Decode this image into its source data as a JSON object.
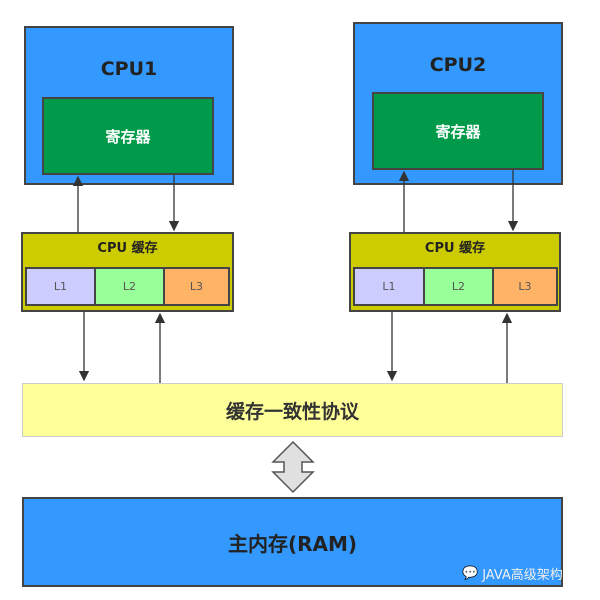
{
  "cpu1": {
    "label": "CPU1",
    "register": "寄存器",
    "cache": {
      "label": "CPU 缓存",
      "levels": [
        "L1",
        "L2",
        "L3"
      ]
    }
  },
  "cpu2": {
    "label": "CPU2",
    "register": "寄存器",
    "cache": {
      "label": "CPU 缓存",
      "levels": [
        "L1",
        "L2",
        "L3"
      ]
    }
  },
  "coherence": "缓存一致性协议",
  "ram": "主内存(RAM)",
  "watermark": {
    "icon": "wechat-icon",
    "text": "JAVA高级架构"
  },
  "colors": {
    "cpu": "#3399ff",
    "register": "#009a4a",
    "cache": "#cccc00",
    "l1": "#ccccff",
    "l2": "#99ff99",
    "l3": "#ffb366",
    "coherence": "#ffff99",
    "ram": "#3399ff"
  }
}
